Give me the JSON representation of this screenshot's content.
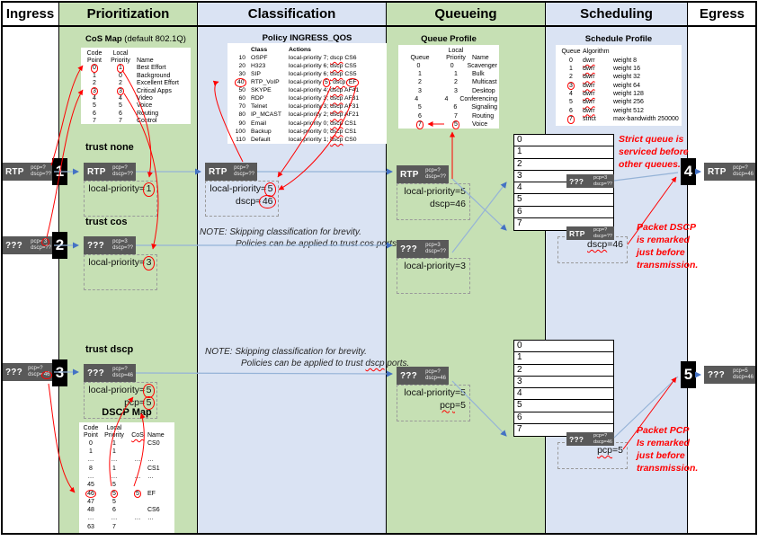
{
  "colors": {
    "green": "#c6e0b4",
    "blue": "#dae3f3",
    "packet_gray": "#595959",
    "red": "#ff0000",
    "blue_line": "#95b3d7",
    "blue_arrow": "#4472c4"
  },
  "columns": [
    {
      "label": "Ingress"
    },
    {
      "label": "Prioritization"
    },
    {
      "label": "Classification"
    },
    {
      "label": "Queueing"
    },
    {
      "label": "Scheduling"
    },
    {
      "label": "Egress"
    }
  ],
  "trust_labels": {
    "row1": "trust none",
    "row2": "trust cos",
    "row3": "trust dscp"
  },
  "cos_map": {
    "title": "CoS Map",
    "subtitle": " (default 802.1Q)",
    "h": {
      "c1a": "Code",
      "c1b": "Point",
      "c2a": "Local",
      "c2b": "Priority",
      "c3": "Name"
    },
    "rows": [
      {
        "code": "0",
        "lp": "1",
        "name": "Best Effort",
        "cc": true,
        "cl": true
      },
      {
        "code": "1",
        "lp": "0",
        "name": "Background"
      },
      {
        "code": "2",
        "lp": "2",
        "name": "Excellent Effort"
      },
      {
        "code": "3",
        "lp": "3",
        "name": "Critical Apps",
        "cc": true,
        "cl": true
      },
      {
        "code": "4",
        "lp": "4",
        "name": "Video"
      },
      {
        "code": "5",
        "lp": "5",
        "name": "Voice"
      },
      {
        "code": "6",
        "lp": "6",
        "name": "Routing"
      },
      {
        "code": "7",
        "lp": "7",
        "name": "Control"
      }
    ]
  },
  "policy": {
    "title": "Policy INGRESS_QOS",
    "h": {
      "cls": "Class",
      "act": "Actions"
    },
    "words": {
      "lp": "local-priority ",
      "semi": "; ",
      "dscp": "dscp",
      "sp": " "
    },
    "rows": [
      {
        "num": "10",
        "cls": "OSPF",
        "lp": "7",
        "val": "CS6"
      },
      {
        "num": "20",
        "cls": "H323",
        "lp": "6",
        "val": "CS5"
      },
      {
        "num": "30",
        "cls": "SIP",
        "lp": "6",
        "val": "CS5"
      },
      {
        "num": "40",
        "cls": "RTP_VoIP",
        "lp": "5",
        "val": "EF",
        "cn": true,
        "clp": true,
        "cv": true
      },
      {
        "num": "50",
        "cls": "SKYPE",
        "lp": "4",
        "val": "AF41"
      },
      {
        "num": "60",
        "cls": "RDP",
        "lp": "3",
        "val": "AF31"
      },
      {
        "num": "70",
        "cls": "Telnet",
        "lp": "3",
        "val": "AF31"
      },
      {
        "num": "80",
        "cls": "IP_MCAST",
        "lp": "2",
        "val": "AF21"
      },
      {
        "num": "90",
        "cls": "Email",
        "lp": "0",
        "val": "CS1"
      },
      {
        "num": "100",
        "cls": "Backup",
        "lp": "0",
        "val": "CS1"
      },
      {
        "num": "110",
        "cls": "Default",
        "lp": "1",
        "val": "CS0"
      }
    ]
  },
  "queue_profile": {
    "title": "Queue Profile",
    "h": {
      "q": "Queue",
      "lpa": "Local",
      "lpb": "Priority",
      "name": "Name"
    },
    "rows": [
      {
        "q": "0",
        "lp": "0",
        "name": "Scavenger"
      },
      {
        "q": "1",
        "lp": "1",
        "name": "Bulk"
      },
      {
        "q": "2",
        "lp": "2",
        "name": "Multicast"
      },
      {
        "q": "3",
        "lp": "3",
        "name": "Desktop"
      },
      {
        "q": "4",
        "lp": "4",
        "name": "Conferencing"
      },
      {
        "q": "5",
        "lp": "6",
        "name": "Signaling"
      },
      {
        "q": "6",
        "lp": "7",
        "name": "Routing"
      },
      {
        "q": "7",
        "lp": "5",
        "name": "Voice",
        "cq": true,
        "cl": true
      }
    ]
  },
  "schedule_profile": {
    "title": "Schedule Profile",
    "h": {
      "q": "Queue",
      "algo": "Algorithm"
    },
    "rows": [
      {
        "q": "0",
        "algo": "dwrr",
        "param": "weight 8",
        "sqf": true
      },
      {
        "q": "1",
        "algo": "dwrr",
        "param": "weight 16",
        "sqf": true
      },
      {
        "q": "2",
        "algo": "dwrr",
        "param": "weight 32",
        "sqf": true
      },
      {
        "q": "3",
        "algo": "dwrr",
        "param": "weight 64",
        "sqf": true,
        "cq": true
      },
      {
        "q": "4",
        "algo": "dwrr",
        "param": "weight 128",
        "sqf": true
      },
      {
        "q": "5",
        "algo": "dwrr",
        "param": "weight 256",
        "sqf": true
      },
      {
        "q": "6",
        "algo": "dwrr",
        "param": "weight 512",
        "sqf": true
      },
      {
        "q": "7",
        "algo": "strict",
        "param": "max-bandwidth 250000",
        "cq": true
      }
    ]
  },
  "dscp_map": {
    "title": "DSCP Map",
    "h": {
      "c1a": "Code",
      "c1b": "Point",
      "c2a": "Local",
      "c2b": "Priority",
      "c3": "CoS",
      "c4": "Name"
    },
    "rows": [
      {
        "code": "0",
        "lp": "1",
        "cos": "",
        "name": "CS0"
      },
      {
        "code": "1",
        "lp": "1",
        "cos": "",
        "name": ""
      },
      {
        "code": "…",
        "lp": "…",
        "cos": "…",
        "name": "…"
      },
      {
        "code": "8",
        "lp": "1",
        "cos": "",
        "name": "CS1"
      },
      {
        "code": "…",
        "lp": "…",
        "cos": "…",
        "name": "…"
      },
      {
        "code": "45",
        "lp": "5",
        "cos": "",
        "name": ""
      },
      {
        "code": "46",
        "lp": "5",
        "cos": "5",
        "name": "EF",
        "cc": true,
        "cl": true,
        "cs": true
      },
      {
        "code": "47",
        "lp": "5",
        "cos": "",
        "name": ""
      },
      {
        "code": "48",
        "lp": "6",
        "cos": "",
        "name": "CS6"
      },
      {
        "code": "…",
        "lp": "…",
        "cos": "…",
        "name": "…"
      },
      {
        "code": "63",
        "lp": "7",
        "cos": "",
        "name": ""
      }
    ]
  },
  "queue_stack_labels": [
    "0",
    "1",
    "2",
    "3",
    "4",
    "5",
    "6",
    "7"
  ],
  "ports": {
    "p1": "1",
    "p2": "2",
    "p3": "3",
    "p4": "4",
    "p5": "5"
  },
  "packets": {
    "in1": {
      "name": "RTP",
      "pcp": "pcp=?",
      "dscp": "dscp=??"
    },
    "pr1": {
      "name": "RTP",
      "pcp": "pcp=?",
      "dscp": "dscp=??"
    },
    "cl1": {
      "name": "RTP",
      "pcp": "pcp=?",
      "dscp": "dscp=??"
    },
    "qu1": {
      "name": "RTP",
      "pcp": "pcp=?",
      "dscp": "dscp=??"
    },
    "q7top": {
      "name": "RTP",
      "pcp": "pcp=?",
      "dscp": "dscp=??"
    },
    "eg1": {
      "name": "RTP",
      "pcp": "pcp=?",
      "dscp": "dscp=46"
    },
    "in2": {
      "name": "???",
      "pcp_pre": "pcp=",
      "pcp_val": "3",
      "dscp": "dscp=??"
    },
    "pr2": {
      "name": "???",
      "pcp": "pcp=3",
      "dscp": "dscp=??"
    },
    "qu2": {
      "name": "???",
      "pcp": "pcp=3",
      "dscp": "dscp=??"
    },
    "q3top": {
      "name": "???",
      "pcp": "pcp=3",
      "dscp": "dscp=??"
    },
    "in3": {
      "name": "???",
      "pcp": "pcp=?",
      "dscp_pre": "dscp=",
      "dscp_val": "46"
    },
    "pr3": {
      "name": "???",
      "pcp": "pcp=?",
      "dscp": "dscp=46"
    },
    "qu3": {
      "name": "???",
      "pcp": "pcp=?",
      "dscp": "dscp=46"
    },
    "q7bot": {
      "name": "???",
      "pcp": "pcp=?",
      "dscp": "dscp=46"
    },
    "eg3": {
      "name": "???",
      "pcp": "pcp=5",
      "dscp": "dscp=46"
    }
  },
  "boxes": {
    "pr1": {
      "l1": "local-priority=",
      "v1": "1"
    },
    "cl1": {
      "l1": "local-priority=",
      "v1": "5",
      "l2": "dscp=",
      "v2": "46"
    },
    "qu1": {
      "l1": "local-priority=5",
      "l2": "dscp=46"
    },
    "pr2": {
      "l1": "local-priority=",
      "v1": "3"
    },
    "qu2": {
      "l1": "local-priority=3"
    },
    "pr3": {
      "l1": "local-priority=",
      "v1": "5",
      "l2": "pcp=",
      "v2": "5"
    },
    "qu3": {
      "l1": "local-priority=5",
      "l2a": "pcp",
      "l2b": "=5"
    },
    "sch1": {
      "wa": "dscp",
      "wb": "=46"
    },
    "sch3": {
      "wa": "pcp",
      "wb": "=5"
    }
  },
  "notes": {
    "cos_note": {
      "p1": "NOTE:",
      "l1": "Skipping classification for brevity.",
      "l2": "Policies can be applied to trust cos ports."
    },
    "dscp_note": {
      "p1": "NOTE:",
      "l1": "Skipping classification for brevity.",
      "l2a": "Policies can be applied to trust ",
      "l2b": "dscp",
      "l2c": " ports."
    },
    "strict": {
      "l1": "Strict queue is",
      "l2": "serviced before",
      "l3": "other queues."
    },
    "remark_dscp": {
      "l1": "Packet DSCP",
      "l2": "is remarked",
      "l3": "just before",
      "l4": "transmission."
    },
    "remark_pcp": {
      "l1": "Packet PCP",
      "l2": "Is remarked",
      "l3": "just before",
      "l4": "transmission."
    }
  }
}
